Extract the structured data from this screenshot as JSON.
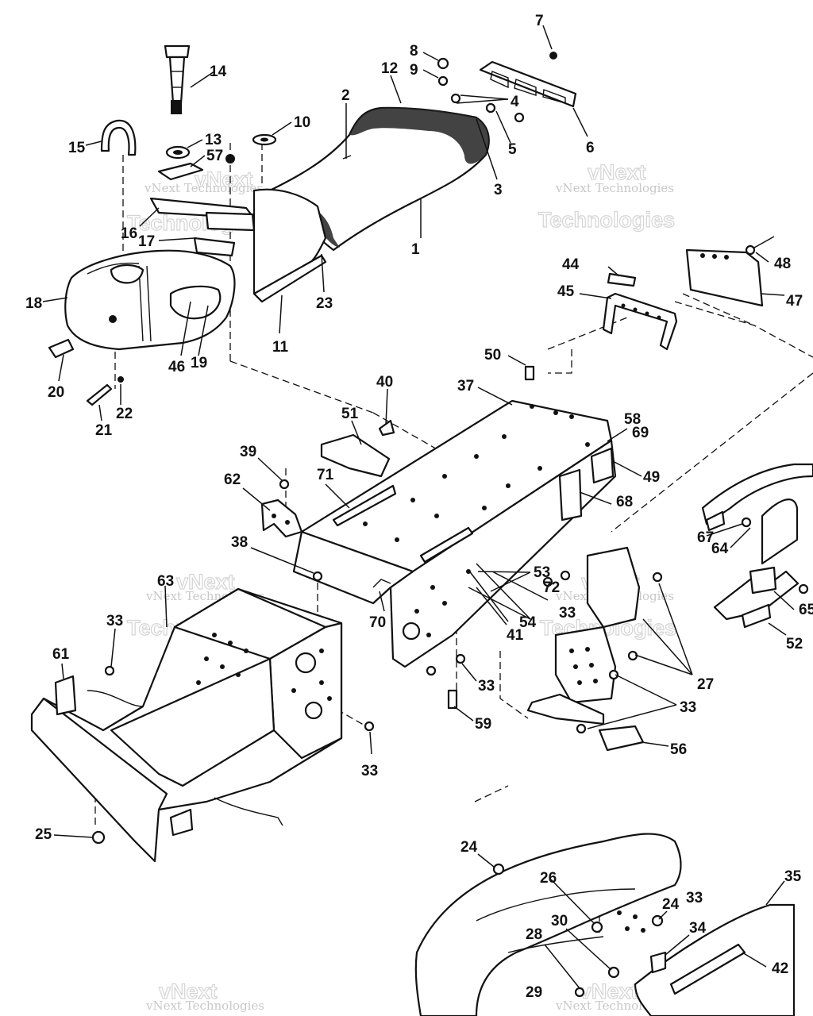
{
  "watermark": {
    "line1": "vNext Technologies",
    "line2a": "vNext",
    "line2b": "Technologies"
  },
  "callouts": {
    "n1": "1",
    "n2": "2",
    "n3": "3",
    "n4": "4",
    "n5": "5",
    "n6": "6",
    "n7": "7",
    "n8": "8",
    "n9": "9",
    "n10": "10",
    "n11": "11",
    "n12": "12",
    "n13": "13",
    "n14": "14",
    "n15": "15",
    "n16": "16",
    "n17": "17",
    "n18": "18",
    "n19": "19",
    "n20": "20",
    "n21": "21",
    "n22": "22",
    "n23": "23",
    "n24": "24",
    "n25": "25",
    "n26": "26",
    "n27": "27",
    "n28": "28",
    "n29": "29",
    "n30": "30",
    "n33": "33",
    "n34": "34",
    "n35": "35",
    "n37": "37",
    "n38": "38",
    "n39": "39",
    "n40": "40",
    "n41": "41",
    "n42": "42",
    "n44": "44",
    "n45": "45",
    "n46": "46",
    "n47": "47",
    "n48": "48",
    "n49": "49",
    "n50": "50",
    "n51": "51",
    "n52": "52",
    "n53": "53",
    "n54": "54",
    "n56": "56",
    "n57": "57",
    "n58": "58",
    "n59": "59",
    "n61": "61",
    "n62": "62",
    "n63": "63",
    "n64": "64",
    "n65": "65",
    "n67": "67",
    "n68": "68",
    "n69": "69",
    "n70": "70",
    "n71": "71",
    "n72": "72"
  }
}
